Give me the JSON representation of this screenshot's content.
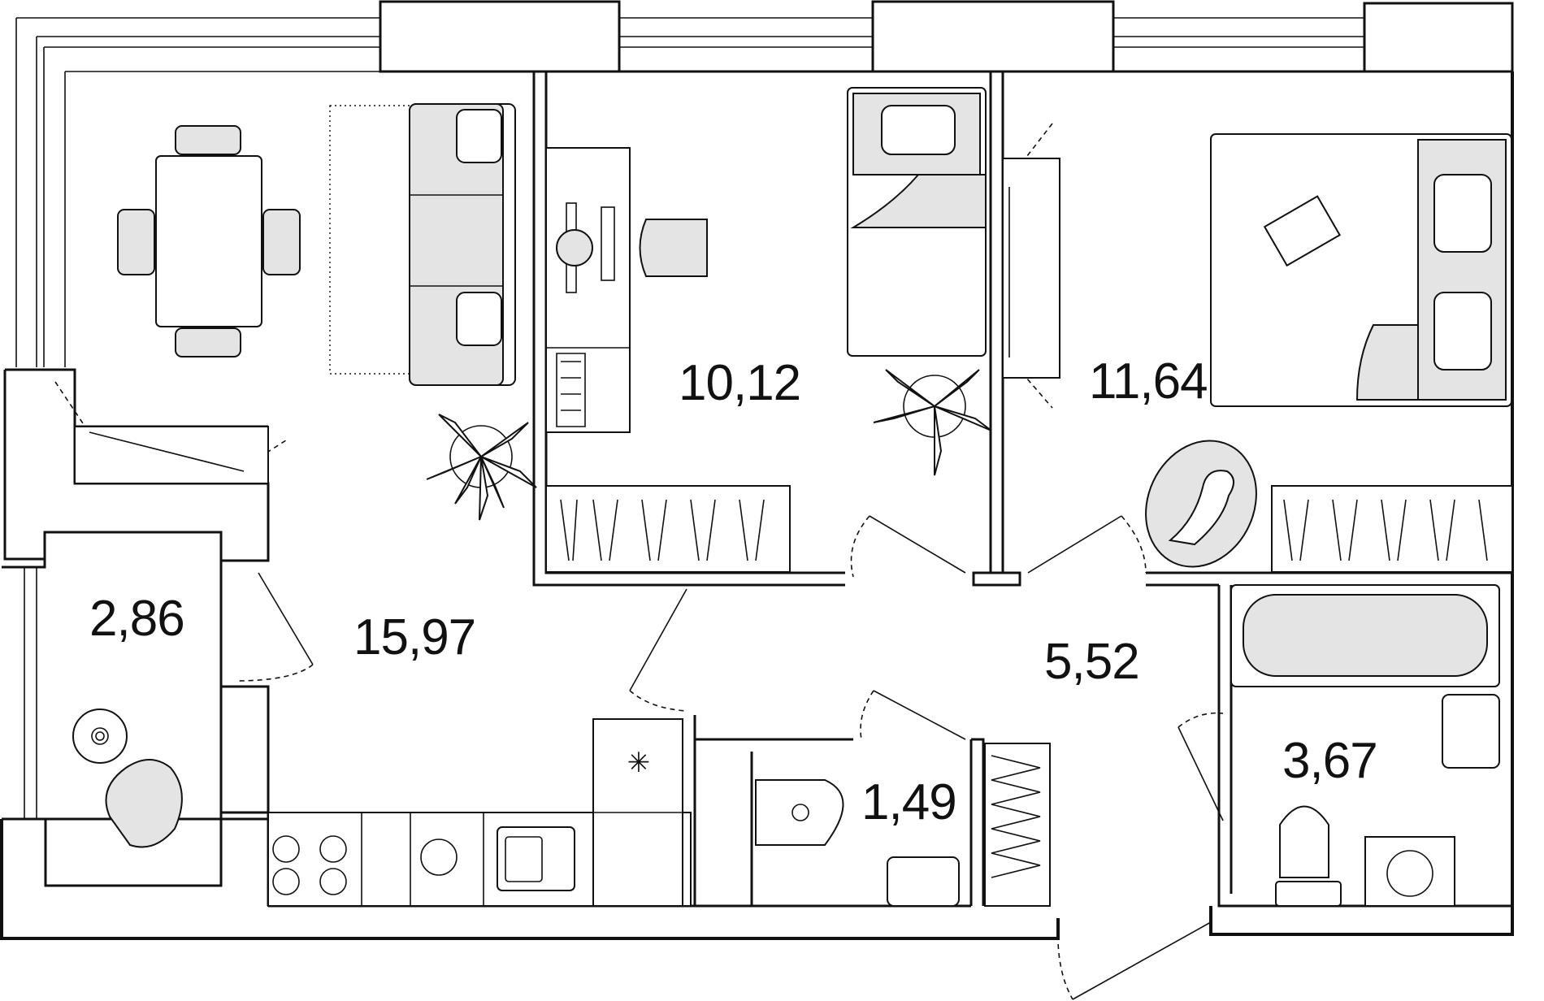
{
  "rooms": [
    {
      "id": "living-kitchen",
      "area": "15,97"
    },
    {
      "id": "bedroom-small",
      "area": "10,12"
    },
    {
      "id": "bedroom-large",
      "area": "11,64"
    },
    {
      "id": "hallway",
      "area": "5,52"
    },
    {
      "id": "balcony",
      "area": "2,86"
    },
    {
      "id": "toilet",
      "area": "1,49"
    },
    {
      "id": "bathroom",
      "area": "3,67"
    }
  ],
  "colors": {
    "wall": "#111111",
    "furniture_fill": "#e4e4e4",
    "background": "#ffffff"
  },
  "icons": [
    "plant-icon",
    "cat-rug-icon",
    "laptop-icon",
    "pillow-icon",
    "snowflake-icon"
  ]
}
